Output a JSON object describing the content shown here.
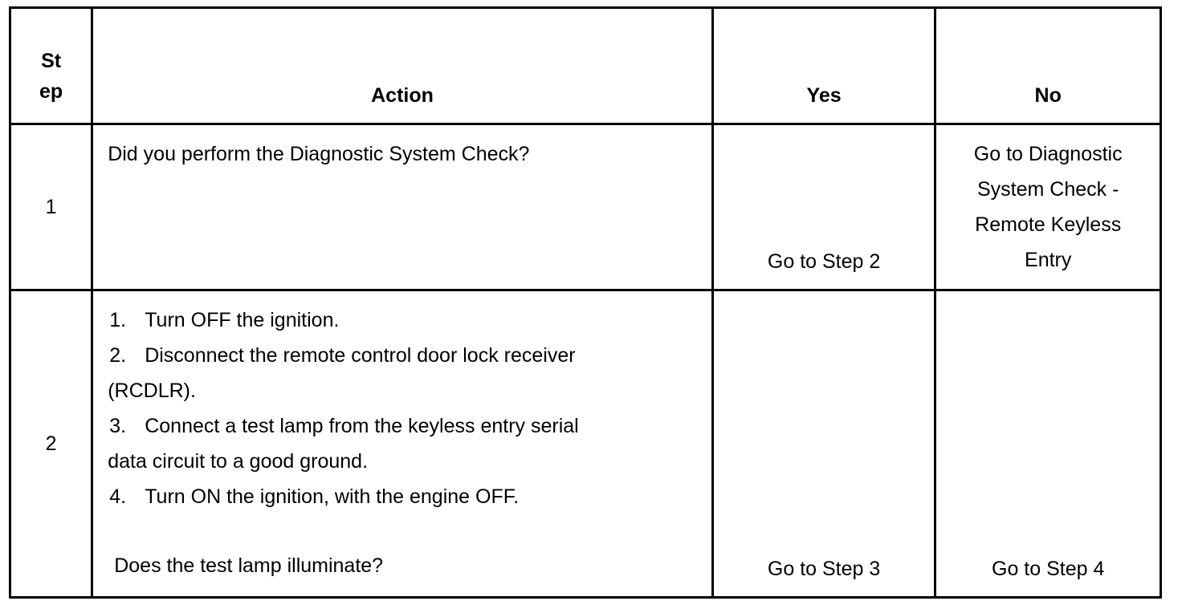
{
  "table": {
    "headers": {
      "step": "St\nep",
      "step_line1": "St",
      "step_line2": "ep",
      "action": "Action",
      "yes": "Yes",
      "no": "No"
    },
    "rows": [
      {
        "step": "1",
        "action_question": "Did you perform the Diagnostic System Check?",
        "yes": "Go to Step 2",
        "no_lines": [
          "Go to Diagnostic",
          "System Check -",
          "Remote Keyless",
          "Entry"
        ]
      },
      {
        "step": "2",
        "action_steps": [
          {
            "num": "1.",
            "text": "Turn OFF the ignition."
          },
          {
            "num": "2.",
            "text": "Disconnect the remote control door lock receiver"
          },
          {
            "num": "",
            "text": "(RCDLR)."
          },
          {
            "num": "3.",
            "text": "Connect a test lamp from the keyless entry serial"
          },
          {
            "num": "",
            "text": "data circuit to a good ground."
          },
          {
            "num": "4.",
            "text": "Turn ON the ignition, with the engine OFF."
          }
        ],
        "action_question": "Does the test lamp illuminate?",
        "yes": "Go to Step 3",
        "no": "Go to Step 4"
      }
    ]
  }
}
